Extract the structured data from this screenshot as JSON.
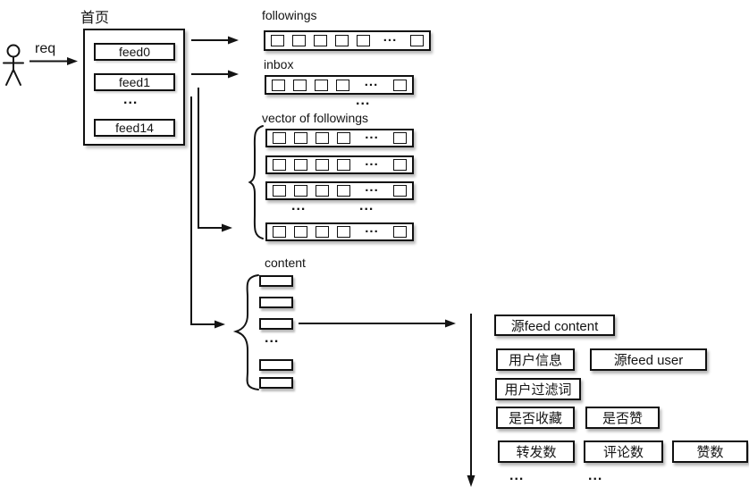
{
  "ellipsis": "...",
  "actor": {
    "request_label": "req"
  },
  "homepage": {
    "title": "首页",
    "feed0": "feed0",
    "feed1": "feed1",
    "feed14": "feed14"
  },
  "lists": {
    "followings_label": "followings",
    "inbox_label": "inbox",
    "vector_of_followings_label": "vector of followings",
    "content_label": "content"
  },
  "feed_detail": {
    "source_feed_content": "源feed content",
    "user_info": "用户信息",
    "source_feed_user": "源feed user",
    "user_filter_words": "用户过滤词",
    "is_favorited": "是否收藏",
    "is_liked": "是否赞",
    "repost_count": "转发数",
    "comment_count": "评论数",
    "like_count": "赞数"
  }
}
